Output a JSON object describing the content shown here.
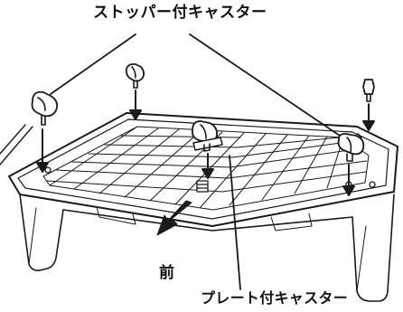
{
  "labels": {
    "stopper_caster": "ストッパー付キャスター",
    "plate_caster": "プレート付キャスター",
    "front": "前"
  },
  "colors": {
    "stroke": "#1a1a1a",
    "fill": "#ffffff",
    "text": "#111111"
  }
}
